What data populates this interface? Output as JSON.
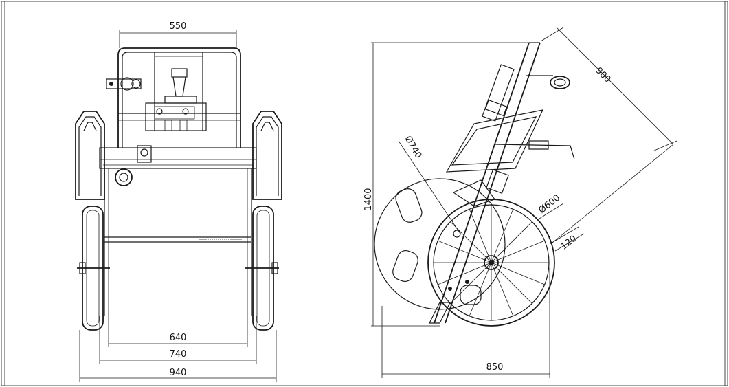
{
  "drawing": {
    "front_view": {
      "dimensions": {
        "top_width": "550",
        "inner_width": "640",
        "mid_width": "740",
        "overall_width": "940"
      }
    },
    "side_view": {
      "dimensions": {
        "height": "1400",
        "length": "850",
        "diagonal": "900",
        "reel_diameter": "Ø740",
        "wheel_diameter": "Ø600",
        "wheel_width": "120"
      }
    }
  }
}
